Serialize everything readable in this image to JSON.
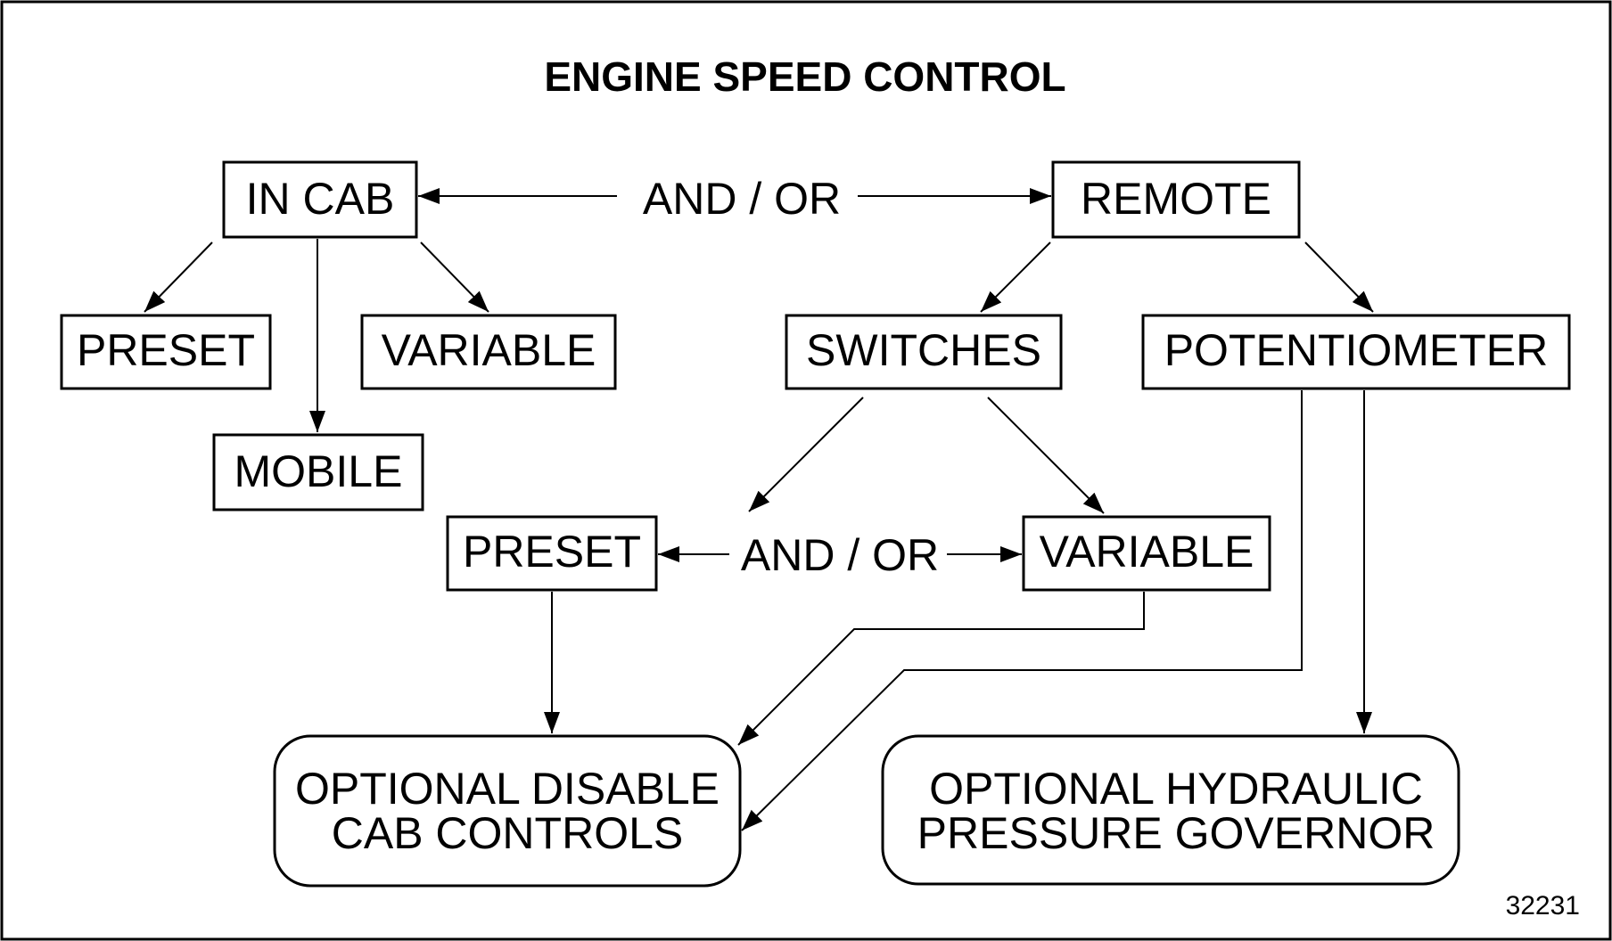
{
  "title": "ENGINE SPEED CONTROL",
  "figure_number": "32231",
  "nodes": {
    "in_cab": "IN CAB",
    "remote": "REMOTE",
    "preset_top": "PRESET",
    "variable_top": "VARIABLE",
    "mobile": "MOBILE",
    "switches": "SWITCHES",
    "potentiometer": "POTENTIOMETER",
    "preset_mid": "PRESET",
    "variable_mid": "VARIABLE",
    "disable_line1": "OPTIONAL DISABLE",
    "disable_line2": "CAB CONTROLS",
    "governor_line1": "OPTIONAL HYDRAULIC",
    "governor_line2": "PRESSURE GOVERNOR"
  },
  "connectors": {
    "top_and_or": "AND / OR",
    "mid_and_or": "AND / OR"
  },
  "colors": {
    "line": "#000000",
    "background": "#ffffff"
  }
}
